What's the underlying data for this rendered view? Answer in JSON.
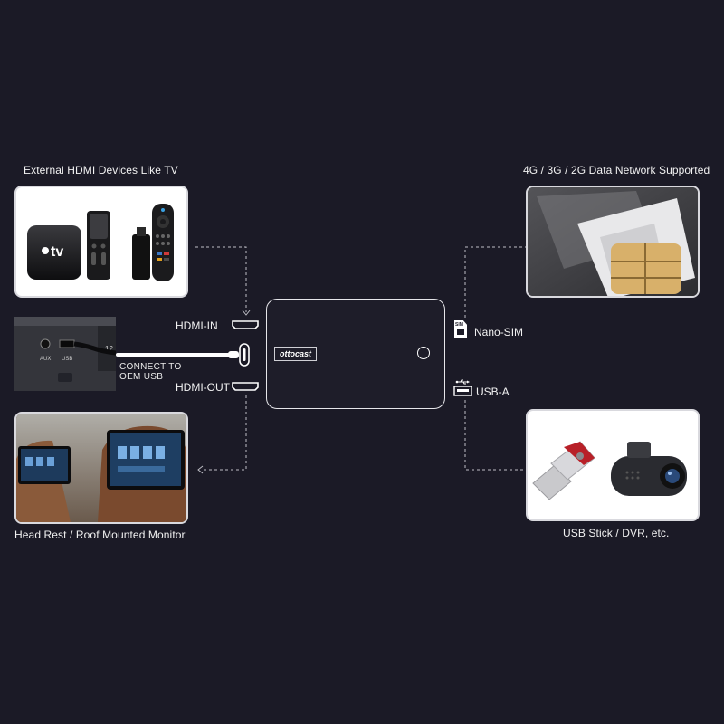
{
  "captions": {
    "hdmi_devices": "External HDMI Devices Like TV",
    "network": "4G / 3G / 2G Data Network Supported",
    "monitor": "Head Rest / Roof Mounted Monitor",
    "usb_devices": "USB Stick / DVR, etc."
  },
  "ports": {
    "hdmi_in": "HDMI-IN",
    "hdmi_out": "HDMI-OUT",
    "nano_sim": "Nano-SIM",
    "usb_a": "USB-A",
    "sim_icon_text": "SIM"
  },
  "oem_usb": {
    "line1": "CONNECT TO",
    "line2": "OEM USB"
  },
  "device": {
    "brand": "ottocast"
  },
  "apple_tv": {
    "logo_text": "tv"
  },
  "car_port": {
    "aux": "AUX",
    "usb": "USB",
    "number": "12"
  },
  "colors": {
    "background": "#1b1a26",
    "panel_border": "#d9d9de",
    "line": "#bfbfc6"
  }
}
